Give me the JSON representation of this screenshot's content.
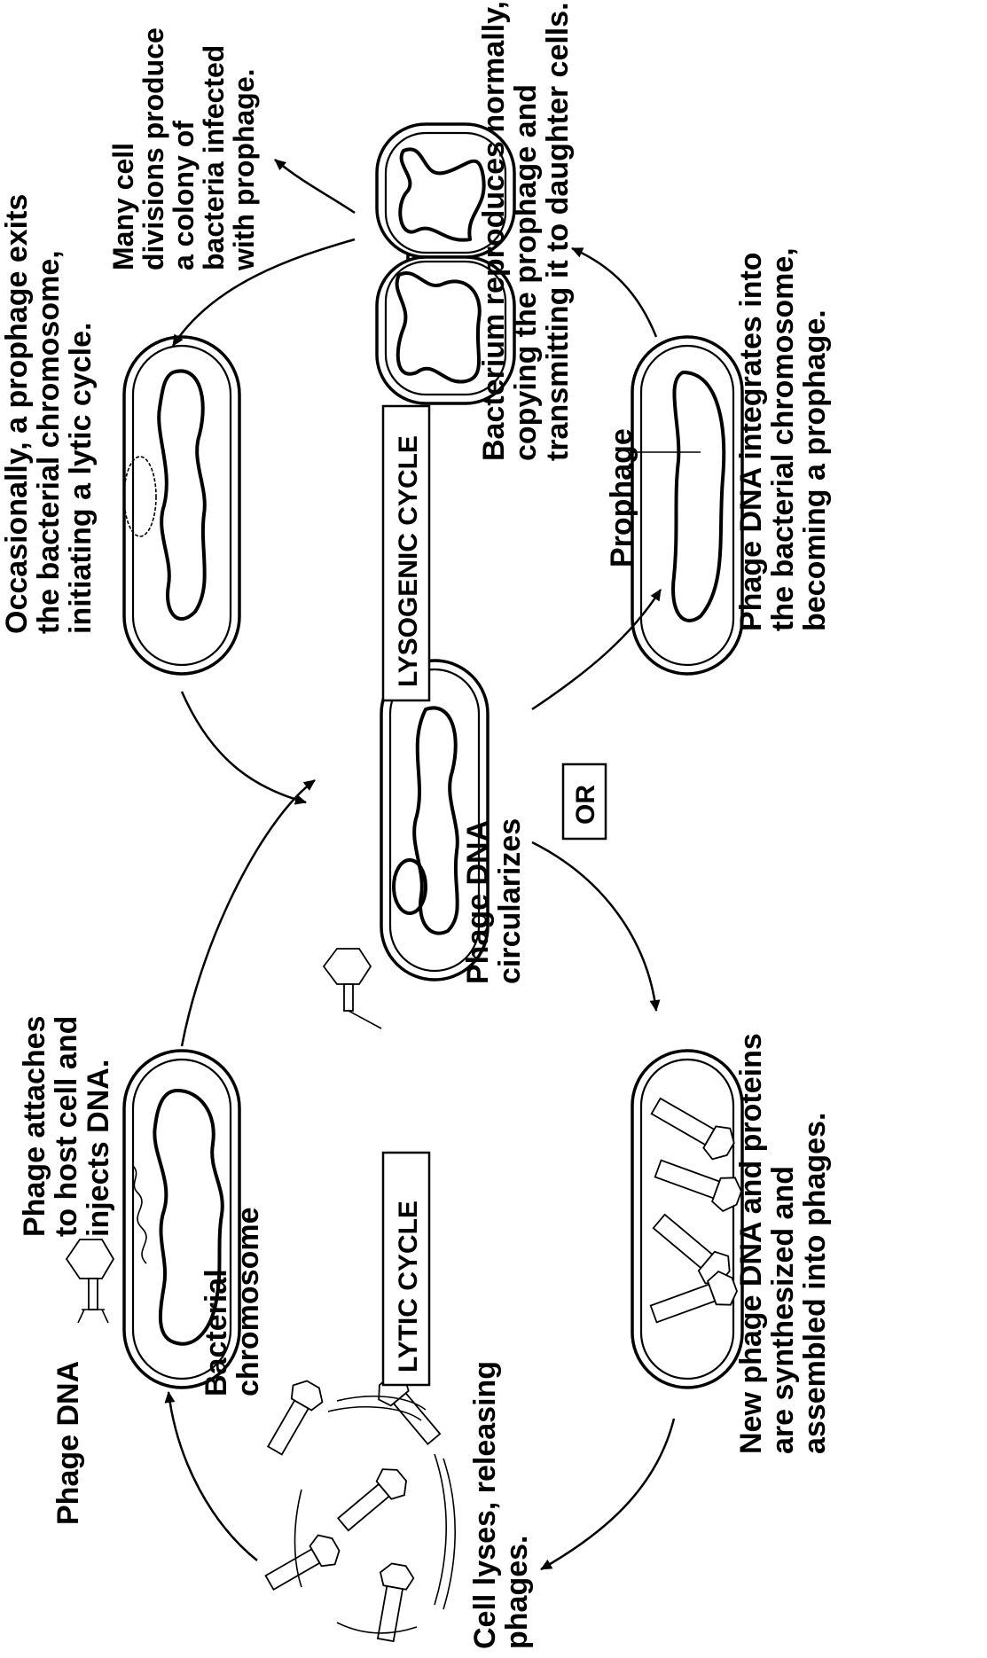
{
  "labels": {
    "phage_attaches": [
      "Phage attaches",
      "to host cell and",
      "injects DNA."
    ],
    "phage_dna": "Phage DNA",
    "bacterial_chromosome": [
      "Bacterial",
      "chromosome"
    ],
    "lytic_cycle": "LYTIC CYCLE",
    "phage_dna_circularizes": [
      "Phage DNA",
      "circularizes"
    ],
    "or": "OR",
    "new_phage_dna": [
      "New phage DNA and proteins",
      "are synthesized and",
      "assembled into phages."
    ],
    "cell_lyses": [
      "Cell lyses, releasing",
      "phages."
    ],
    "occasionally": [
      "Occasionally, a prophage exits",
      "the bacterial chromosome,",
      "initiating a lytic cycle."
    ],
    "lysogenic_cycle": "LYSOGENIC CYCLE",
    "prophage": "Prophage",
    "phage_dna_integrates": [
      "Phage DNA integrates into",
      "the bacterial chromosome,",
      "becoming a prophage."
    ],
    "many_cell_divisions": [
      "Many cell",
      "divisions produce",
      "a colony of",
      "bacteria infected",
      "with prophage."
    ],
    "bacterium_reproduces": [
      "Bacterium reproduces normally,",
      "copying the prophage and",
      "transmitting it to daughter cells."
    ]
  }
}
